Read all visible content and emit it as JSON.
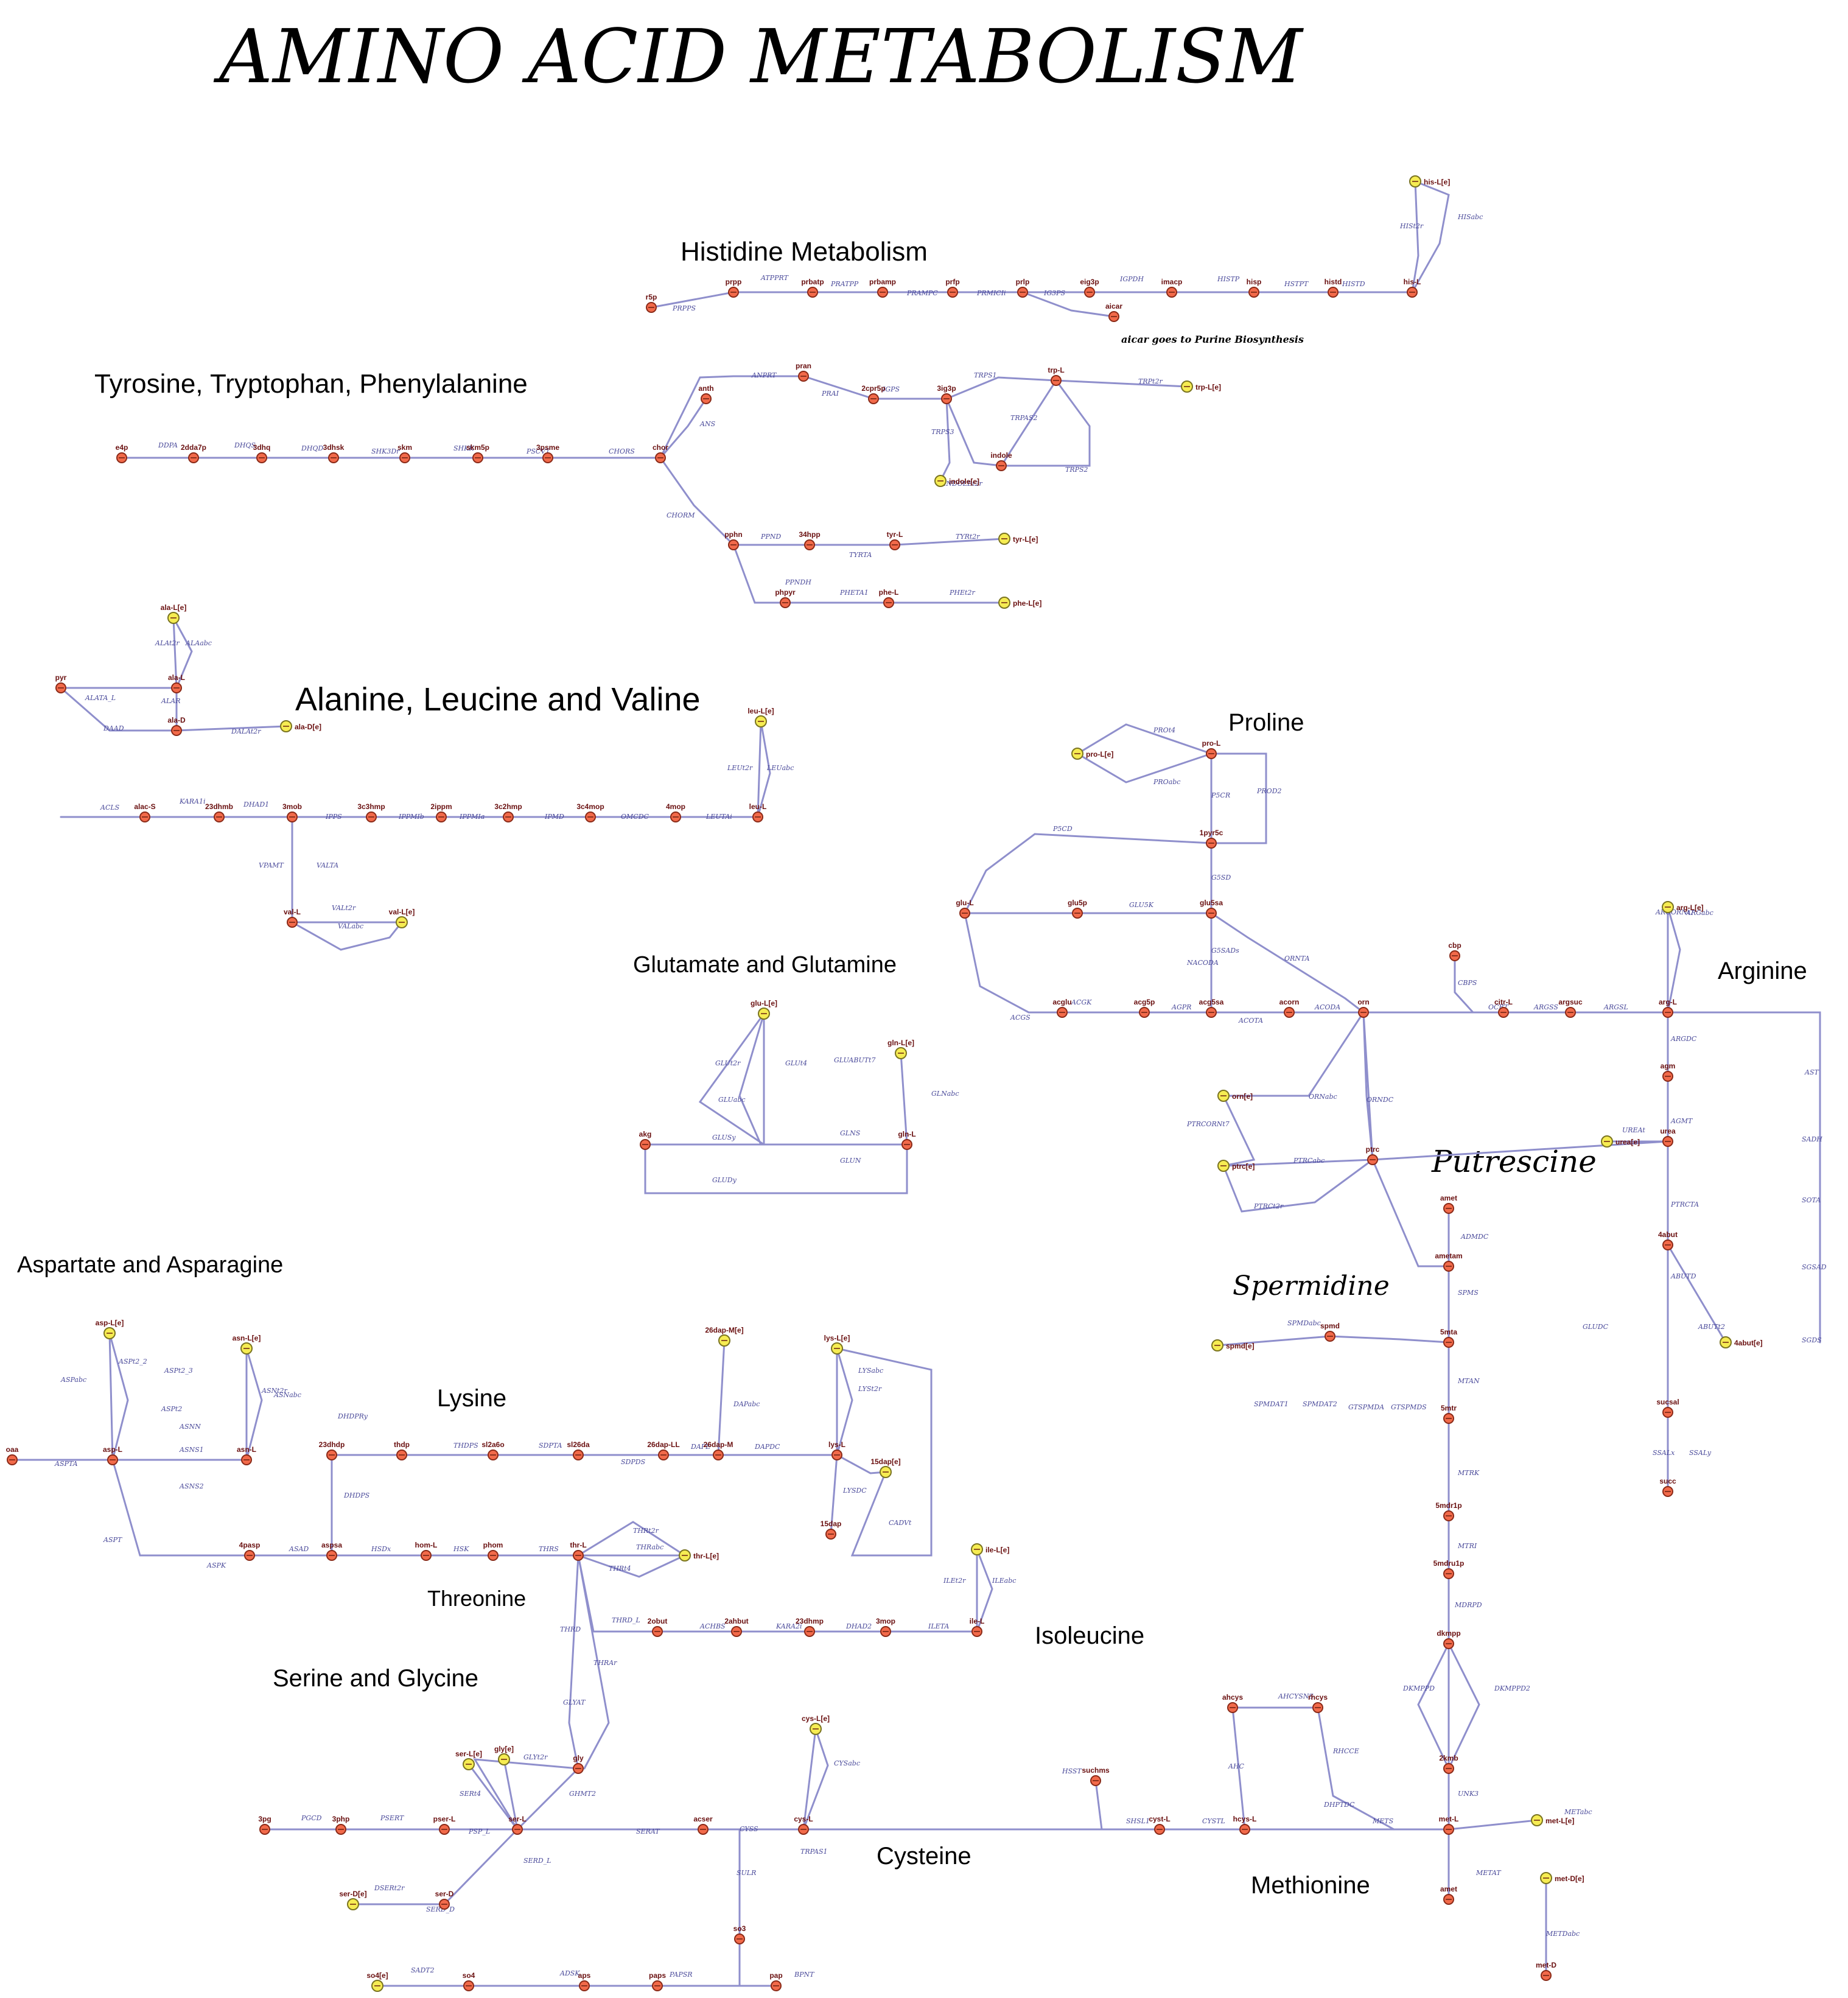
{
  "title": "AMINO ACID METABOLISM",
  "note": "aicar goes to Purine Biosynthesis",
  "regions": [
    {
      "id": "histidine",
      "label": "Histidine Metabolism",
      "italic": false
    },
    {
      "id": "aromatic",
      "label": "Tyrosine, Tryptophan, Phenylalanine",
      "italic": false
    },
    {
      "id": "alv",
      "label": "Alanine, Leucine and Valine",
      "italic": false
    },
    {
      "id": "proline",
      "label": "Proline",
      "italic": false
    },
    {
      "id": "arginine",
      "label": "Arginine",
      "italic": false
    },
    {
      "id": "glutamate",
      "label": "Glutamate and Glutamine",
      "italic": false
    },
    {
      "id": "putrescine",
      "label": "Putrescine",
      "italic": true
    },
    {
      "id": "spermidine",
      "label": "Spermidine",
      "italic": true
    },
    {
      "id": "aspartate",
      "label": "Aspartate and Asparagine",
      "italic": false
    },
    {
      "id": "lysine",
      "label": "Lysine",
      "italic": false
    },
    {
      "id": "threonine",
      "label": "Threonine",
      "italic": false
    },
    {
      "id": "isoleucine",
      "label": "Isoleucine",
      "italic": false
    },
    {
      "id": "serine",
      "label": "Serine and Glycine",
      "italic": false
    },
    {
      "id": "cysteine",
      "label": "Cysteine",
      "italic": false
    },
    {
      "id": "methionine",
      "label": "Methionine",
      "italic": false
    }
  ],
  "metabolites": [
    {
      "id": "r5p",
      "label": "r5p",
      "ext": false
    },
    {
      "id": "prpp",
      "label": "prpp",
      "ext": false
    },
    {
      "id": "prbatp",
      "label": "prbatp",
      "ext": false
    },
    {
      "id": "prbamp",
      "label": "prbamp",
      "ext": false
    },
    {
      "id": "prfp",
      "label": "prfp",
      "ext": false
    },
    {
      "id": "prlp",
      "label": "prlp",
      "ext": false
    },
    {
      "id": "eig3p",
      "label": "eig3p",
      "ext": false
    },
    {
      "id": "imacp",
      "label": "imacp",
      "ext": false
    },
    {
      "id": "hisp",
      "label": "hisp",
      "ext": false
    },
    {
      "id": "histd",
      "label": "histd",
      "ext": false
    },
    {
      "id": "hisL",
      "label": "his-L",
      "ext": false
    },
    {
      "id": "hisLe",
      "label": "his-L[e]",
      "ext": true
    },
    {
      "id": "aicar",
      "label": "aicar",
      "ext": false
    },
    {
      "id": "e4p",
      "label": "e4p",
      "ext": false
    },
    {
      "id": "2dda7p",
      "label": "2dda7p",
      "ext": false
    },
    {
      "id": "3dhq",
      "label": "3dhq",
      "ext": false
    },
    {
      "id": "3dhsk",
      "label": "3dhsk",
      "ext": false
    },
    {
      "id": "skm",
      "label": "skm",
      "ext": false
    },
    {
      "id": "skm5p",
      "label": "skm5p",
      "ext": false
    },
    {
      "id": "3psme",
      "label": "3psme",
      "ext": false
    },
    {
      "id": "chor",
      "label": "chor",
      "ext": false
    },
    {
      "id": "anth",
      "label": "anth",
      "ext": false
    },
    {
      "id": "pran",
      "label": "pran",
      "ext": false
    },
    {
      "id": "2cpr5p",
      "label": "2cpr5p",
      "ext": false
    },
    {
      "id": "3ig3p",
      "label": "3ig3p",
      "ext": false
    },
    {
      "id": "indole",
      "label": "indole",
      "ext": false
    },
    {
      "id": "indolee",
      "label": "indole[e]",
      "ext": true
    },
    {
      "id": "trpL",
      "label": "trp-L",
      "ext": false
    },
    {
      "id": "trpLe",
      "label": "trp-L[e]",
      "ext": true
    },
    {
      "id": "pphn",
      "label": "pphn",
      "ext": false
    },
    {
      "id": "34hpp",
      "label": "34hpp",
      "ext": false
    },
    {
      "id": "tyrL",
      "label": "tyr-L",
      "ext": false
    },
    {
      "id": "tyrLe",
      "label": "tyr-L[e]",
      "ext": true
    },
    {
      "id": "phpyr",
      "label": "phpyr",
      "ext": false
    },
    {
      "id": "pheL",
      "label": "phe-L",
      "ext": false
    },
    {
      "id": "pheLe",
      "label": "phe-L[e]",
      "ext": true
    },
    {
      "id": "pyr",
      "label": "pyr",
      "ext": false
    },
    {
      "id": "alaL",
      "label": "ala-L",
      "ext": false
    },
    {
      "id": "alaLe",
      "label": "ala-L[e]",
      "ext": true
    },
    {
      "id": "alaD",
      "label": "ala-D",
      "ext": false
    },
    {
      "id": "alaDe",
      "label": "ala-D[e]",
      "ext": true
    },
    {
      "id": "alacS",
      "label": "alac-S",
      "ext": false
    },
    {
      "id": "23dhmb",
      "label": "23dhmb",
      "ext": false
    },
    {
      "id": "3mob",
      "label": "3mob",
      "ext": false
    },
    {
      "id": "3c3hmp",
      "label": "3c3hmp",
      "ext": false
    },
    {
      "id": "2ippm",
      "label": "2ippm",
      "ext": false
    },
    {
      "id": "3c2hmp",
      "label": "3c2hmp",
      "ext": false
    },
    {
      "id": "3c4mop",
      "label": "3c4mop",
      "ext": false
    },
    {
      "id": "4mop",
      "label": "4mop",
      "ext": false
    },
    {
      "id": "leuL",
      "label": "leu-L",
      "ext": false
    },
    {
      "id": "leuLe",
      "label": "leu-L[e]",
      "ext": true
    },
    {
      "id": "valL",
      "label": "val-L",
      "ext": false
    },
    {
      "id": "valLe",
      "label": "val-L[e]",
      "ext": true
    },
    {
      "id": "proL",
      "label": "pro-L",
      "ext": false
    },
    {
      "id": "proLe",
      "label": "pro-L[e]",
      "ext": true
    },
    {
      "id": "1pyr5c",
      "label": "1pyr5c",
      "ext": false
    },
    {
      "id": "glu5sa",
      "label": "glu5sa",
      "ext": false
    },
    {
      "id": "glu5p",
      "label": "glu5p",
      "ext": false
    },
    {
      "id": "gluL",
      "label": "glu-L",
      "ext": false
    },
    {
      "id": "gluLe",
      "label": "glu-L[e]",
      "ext": true
    },
    {
      "id": "acglu",
      "label": "acglu",
      "ext": false
    },
    {
      "id": "acg5p",
      "label": "acg5p",
      "ext": false
    },
    {
      "id": "acg5sa",
      "label": "acg5sa",
      "ext": false
    },
    {
      "id": "acorn",
      "label": "acorn",
      "ext": false
    },
    {
      "id": "orn",
      "label": "orn",
      "ext": false
    },
    {
      "id": "ornE",
      "label": "orn[e]",
      "ext": true
    },
    {
      "id": "cbp",
      "label": "cbp",
      "ext": false
    },
    {
      "id": "citrL",
      "label": "citr-L",
      "ext": false
    },
    {
      "id": "argsuc",
      "label": "argsuc",
      "ext": false
    },
    {
      "id": "argL",
      "label": "arg-L",
      "ext": false
    },
    {
      "id": "argLe",
      "label": "arg-L[e]",
      "ext": true
    },
    {
      "id": "agm",
      "label": "agm",
      "ext": false
    },
    {
      "id": "urea",
      "label": "urea",
      "ext": false
    },
    {
      "id": "ureaE",
      "label": "urea[e]",
      "ext": true
    },
    {
      "id": "ptrc",
      "label": "ptrc",
      "ext": false
    },
    {
      "id": "ptrcE",
      "label": "ptrc[e]",
      "ext": true
    },
    {
      "id": "4abut",
      "label": "4abut",
      "ext": false
    },
    {
      "id": "4abutE",
      "label": "4abut[e]",
      "ext": true
    },
    {
      "id": "sucsal",
      "label": "sucsal",
      "ext": false
    },
    {
      "id": "succ",
      "label": "succ",
      "ext": false
    },
    {
      "id": "gln",
      "label": "gln-L",
      "ext": false
    },
    {
      "id": "glnE",
      "label": "gln-L[e]",
      "ext": true
    },
    {
      "id": "akg",
      "label": "akg",
      "ext": false
    },
    {
      "id": "spmd",
      "label": "spmd",
      "ext": false
    },
    {
      "id": "spmdE",
      "label": "spmd[e]",
      "ext": true
    },
    {
      "id": "ametam",
      "label": "ametam",
      "ext": false
    },
    {
      "id": "5mta",
      "label": "5mta",
      "ext": false
    },
    {
      "id": "5mtr",
      "label": "5mtr",
      "ext": false
    },
    {
      "id": "5mdr1p",
      "label": "5mdr1p",
      "ext": false
    },
    {
      "id": "5mdru1p",
      "label": "5mdru1p",
      "ext": false
    },
    {
      "id": "dkmpp",
      "label": "dkmpp",
      "ext": false
    },
    {
      "id": "2kmb",
      "label": "2kmb",
      "ext": false
    },
    {
      "id": "aspL",
      "label": "asp-L",
      "ext": false
    },
    {
      "id": "aspLe",
      "label": "asp-L[e]",
      "ext": true
    },
    {
      "id": "asnL",
      "label": "asn-L",
      "ext": false
    },
    {
      "id": "asnLe",
      "label": "asn-L[e]",
      "ext": true
    },
    {
      "id": "oaa",
      "label": "oaa",
      "ext": false
    },
    {
      "id": "4pasp",
      "label": "4pasp",
      "ext": false
    },
    {
      "id": "aspsa",
      "label": "aspsa",
      "ext": false
    },
    {
      "id": "homL",
      "label": "hom-L",
      "ext": false
    },
    {
      "id": "phom",
      "label": "phom",
      "ext": false
    },
    {
      "id": "thrL",
      "label": "thr-L",
      "ext": false
    },
    {
      "id": "thrLe",
      "label": "thr-L[e]",
      "ext": true
    },
    {
      "id": "23dhdp",
      "label": "23dhdp",
      "ext": false
    },
    {
      "id": "thdp",
      "label": "thdp",
      "ext": false
    },
    {
      "id": "sl2a6o",
      "label": "sl2a6o",
      "ext": false
    },
    {
      "id": "sl26da",
      "label": "sl26da",
      "ext": false
    },
    {
      "id": "26dapLL",
      "label": "26dap-LL",
      "ext": false
    },
    {
      "id": "26dapM",
      "label": "26dap-M",
      "ext": false
    },
    {
      "id": "26dapMe",
      "label": "26dap-M[e]",
      "ext": true
    },
    {
      "id": "lysL",
      "label": "lys-L",
      "ext": false
    },
    {
      "id": "lysLe",
      "label": "lys-L[e]",
      "ext": true
    },
    {
      "id": "15dap",
      "label": "15dap",
      "ext": false
    },
    {
      "id": "15dapE",
      "label": "15dap[e]",
      "ext": true
    },
    {
      "id": "2obut",
      "label": "2obut",
      "ext": false
    },
    {
      "id": "2ahbut",
      "label": "2ahbut",
      "ext": false
    },
    {
      "id": "23dhmp",
      "label": "23dhmp",
      "ext": false
    },
    {
      "id": "3mop",
      "label": "3mop",
      "ext": false
    },
    {
      "id": "ileL",
      "label": "ile-L",
      "ext": false
    },
    {
      "id": "ileLe",
      "label": "ile-L[e]",
      "ext": true
    },
    {
      "id": "3pg",
      "label": "3pg",
      "ext": false
    },
    {
      "id": "3php",
      "label": "3php",
      "ext": false
    },
    {
      "id": "pserL",
      "label": "pser-L",
      "ext": false
    },
    {
      "id": "serL",
      "label": "ser-L",
      "ext": false
    },
    {
      "id": "serLe",
      "label": "ser-L[e]",
      "ext": true
    },
    {
      "id": "serD",
      "label": "ser-D",
      "ext": false
    },
    {
      "id": "serDe",
      "label": "ser-D[e]",
      "ext": true
    },
    {
      "id": "gly",
      "label": "gly",
      "ext": false
    },
    {
      "id": "glyE",
      "label": "gly[e]",
      "ext": true
    },
    {
      "id": "acser",
      "label": "acser",
      "ext": false
    },
    {
      "id": "cysL",
      "label": "cys-L",
      "ext": false
    },
    {
      "id": "cysLe",
      "label": "cys-L[e]",
      "ext": true
    },
    {
      "id": "so3",
      "label": "so3",
      "ext": false
    },
    {
      "id": "so4",
      "label": "so4",
      "ext": false
    },
    {
      "id": "so4e",
      "label": "so4[e]",
      "ext": true
    },
    {
      "id": "aps",
      "label": "aps",
      "ext": false
    },
    {
      "id": "paps",
      "label": "paps",
      "ext": false
    },
    {
      "id": "pap",
      "label": "pap",
      "ext": false
    },
    {
      "id": "sucHms",
      "label": "suchms",
      "ext": false
    },
    {
      "id": "cystL",
      "label": "cyst-L",
      "ext": false
    },
    {
      "id": "hcysL",
      "label": "hcys-L",
      "ext": false
    },
    {
      "id": "ahcys",
      "label": "ahcys",
      "ext": false
    },
    {
      "id": "rhcys",
      "label": "rhcys",
      "ext": false
    },
    {
      "id": "metL",
      "label": "met-L",
      "ext": false
    },
    {
      "id": "metLe",
      "label": "met-L[e]",
      "ext": true
    },
    {
      "id": "metDe",
      "label": "met-D[e]",
      "ext": true
    },
    {
      "id": "metD",
      "label": "met-D",
      "ext": false
    },
    {
      "id": "amet",
      "label": "amet",
      "ext": false
    },
    {
      "id": "amet2",
      "label": "amet",
      "ext": false
    }
  ],
  "reactions": [
    "PRPPS",
    "ATPPRT",
    "PRATPP",
    "PRAMPC",
    "PRMICIi",
    "IG3PS",
    "IGPDH",
    "HISTP",
    "HSTPT",
    "HISTD",
    "HISt2r",
    "HISabc",
    "DDPA",
    "DHQS",
    "DHQD",
    "SHK3Dr",
    "SHKK",
    "PSCVT",
    "CHORS",
    "ANS",
    "ANPRT",
    "PRAI",
    "IGPS",
    "TRPS1",
    "TRPS2",
    "TRPS3",
    "TRPAS2",
    "TRPt2r",
    "INDOLEt2r",
    "CHORM",
    "PPND",
    "TYRTA",
    "TYRt2r",
    "PPNDH",
    "PHETA1",
    "PHEt2r",
    "ALATA_L",
    "ALAR",
    "ALAt2r",
    "ALAabc",
    "DAAD",
    "DALAt2r",
    "ACLS",
    "KARA1i",
    "DHAD1",
    "IPPS",
    "IPPMIb",
    "IPPMIa",
    "IPMD",
    "OMCDC",
    "LEUTAi",
    "LEUt2r",
    "LEUabc",
    "VALTA",
    "VPAMT",
    "VALt2r",
    "VALabc",
    "PROt4",
    "PROabc",
    "PROD2",
    "P5CR",
    "P5CD",
    "G5SD",
    "GLU5K",
    "ACGK",
    "AGPR",
    "ACOTA",
    "ACODA",
    "ORNTA",
    "NACODA",
    "G5SADs",
    "ACGS",
    "CBPS",
    "OCBT",
    "ARGSS",
    "ARGSL",
    "ARGORNt7",
    "ARGabc",
    "ARGDC",
    "AGMT",
    "UREAt",
    "PTRCTA",
    "ABUTD",
    "GLUDC",
    "ABUTt2",
    "AST",
    "SADH",
    "SOTA",
    "SGSAD",
    "SGDS",
    "SSALx",
    "SSALy",
    "ORNDC",
    "ORNabc",
    "PTRCORNt7",
    "PTRCabc",
    "PTRCt2r",
    "GLUt2r",
    "GLUt4",
    "GLUabc",
    "GLUABUTt7",
    "GLNabc",
    "GLNS",
    "GLUN",
    "GLUSy",
    "GLUDy",
    "ADMDC",
    "SPMS",
    "MTAN",
    "MTRK",
    "MTRI",
    "MDRPD",
    "DKMPPD",
    "DKMPPD2",
    "UNK3",
    "SPMDabc",
    "SPMDAT1",
    "SPMDAT2",
    "GTSPMDA",
    "GTSPMDS",
    "ASPt2_2",
    "ASPt2_3",
    "ASPabc",
    "ASPt2",
    "ASPTA",
    "ASPT",
    "ASNN",
    "ASNS1",
    "ASNS2",
    "ASNt2r",
    "ASNabc",
    "ASPK",
    "ASAD",
    "HSDx",
    "HSK",
    "THRS",
    "DHDPRy",
    "DHDPS",
    "THDPS",
    "SDPTA",
    "SDPDS",
    "DAPE",
    "DAPDC",
    "DAPabc",
    "LYSt2r",
    "LYSabc",
    "LYSDC",
    "CADVt",
    "THRt2r",
    "THRabc",
    "THRt4",
    "THRD_L",
    "THRD",
    "THRAr",
    "ACHBS",
    "KARA2i",
    "DHAD2",
    "ILETA",
    "ILEt2r",
    "ILEabc",
    "PGCD",
    "PSERT",
    "PSP_L",
    "SERt4",
    "SERD_L",
    "DSERt2r",
    "SERD_D",
    "GHMT2",
    "GLYt2r",
    "GLYAT",
    "SERAT",
    "CYSS",
    "CYSabc",
    "SULR",
    "SADT2",
    "ADSK",
    "PAPSR",
    "BPNT",
    "TRPAS1",
    "HSST",
    "SHSL1",
    "CYSTL",
    "AHCYSNS",
    "AHC",
    "RHCCE",
    "DHPTDC",
    "METS",
    "METAT",
    "METabc",
    "METDabc"
  ]
}
